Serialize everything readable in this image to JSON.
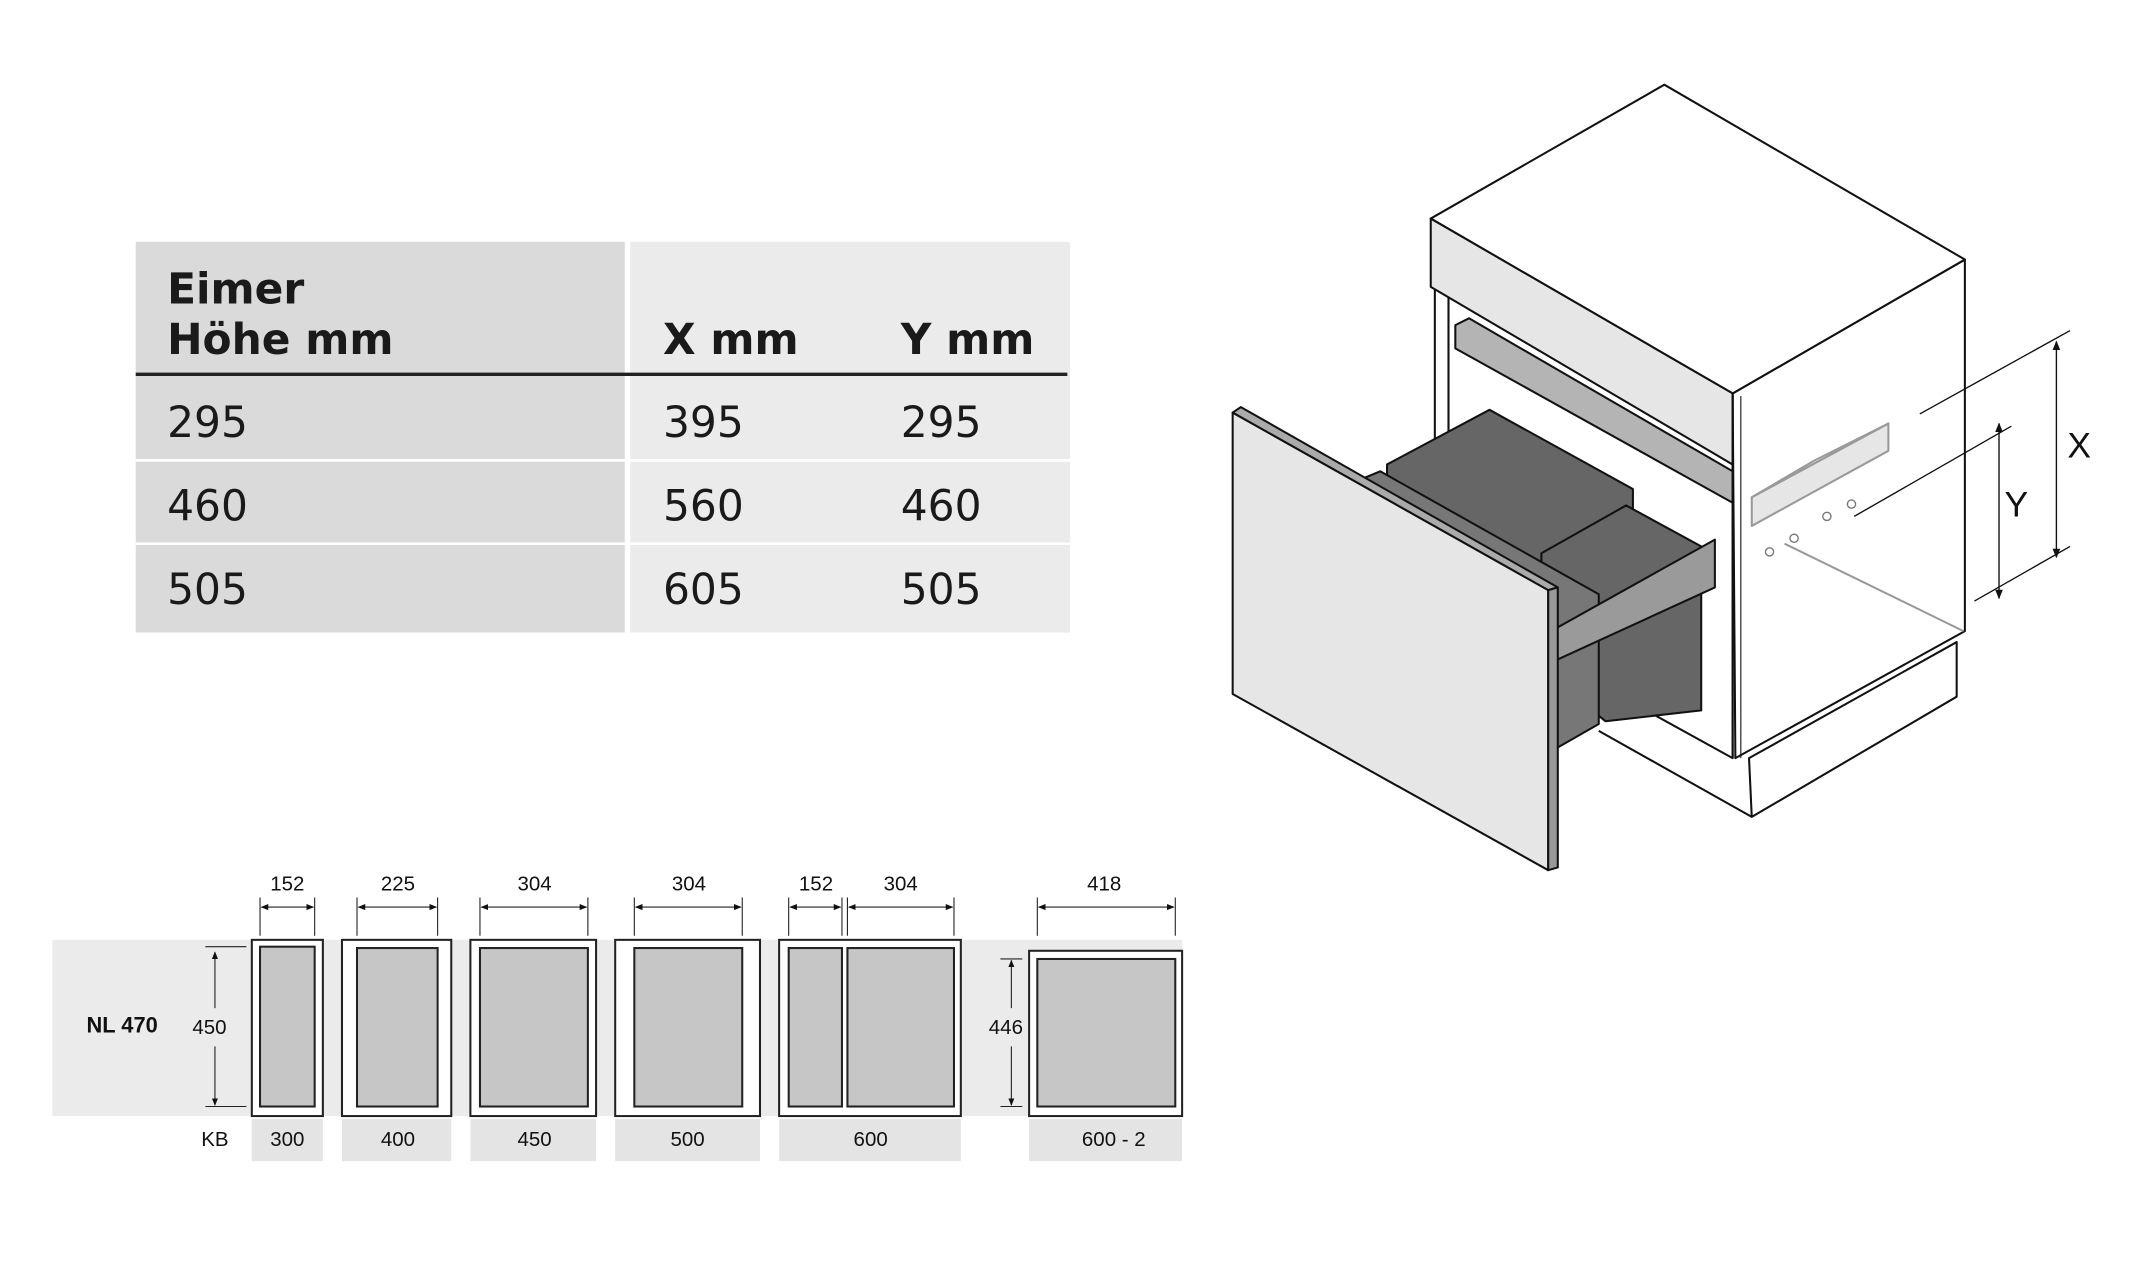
{
  "table": {
    "headers": {
      "eimer_line1": "Eimer",
      "eimer_line2": "Höhe mm",
      "x": "X mm",
      "y": "Y mm"
    },
    "rows": [
      {
        "hoehe": "295",
        "x": "395",
        "y": "295"
      },
      {
        "hoehe": "460",
        "x": "560",
        "y": "460"
      },
      {
        "hoehe": "505",
        "x": "605",
        "y": "505"
      }
    ]
  },
  "layout_diagram": {
    "row_label": "NL 470",
    "kb_label": "KB",
    "height_450": "450",
    "height_446": "446",
    "widths": [
      "152",
      "225",
      "304",
      "304",
      "152",
      "304",
      "418"
    ],
    "kb_values": [
      "300",
      "400",
      "450",
      "500",
      "600",
      "600 - 2"
    ]
  },
  "cabinet": {
    "x_label": "X",
    "y_label": "Y"
  },
  "colors": {
    "table_left": "#dadada",
    "table_right": "#ebebeb",
    "bin": "#666666",
    "bin_fill": "#c6c6c6"
  }
}
